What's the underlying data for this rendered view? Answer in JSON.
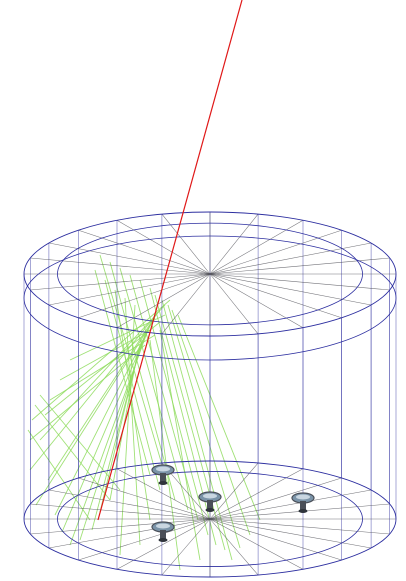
{
  "colors": {
    "background": "#ffffff",
    "wireframe": "#2d2fa0",
    "radial_spokes": "#45464e",
    "muon_track": "#e01818",
    "cherenkov_light": "#8fdc5e",
    "pmt_body": "#4a4f58",
    "pmt_head": "#7a93a8"
  },
  "icons": {
    "detector": "cylinder-wireframe-icon",
    "sensor": "photomultiplier-tube-icon",
    "track": "particle-track-line"
  },
  "detector": {
    "segments": 24,
    "photomultiplier_count": 4
  }
}
